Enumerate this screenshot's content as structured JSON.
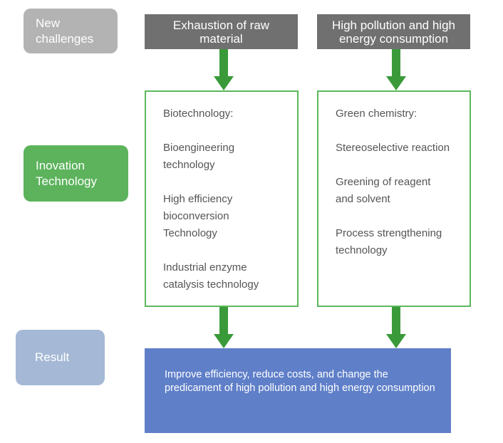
{
  "labels": {
    "challenges": "New\nchallenges",
    "innovation": "Inovation\nTechnology",
    "result": "Result"
  },
  "challenges": {
    "left": "Exhaustion of raw\nmaterial",
    "right": "High pollution and high\nenergy consumption"
  },
  "technology": {
    "left": [
      "Biotechnology:",
      "Bioengineering\ntechnology",
      "High efficiency\nbioconversion\nTechnology",
      "Industrial enzyme\ncatalysis technology"
    ],
    "right": [
      "Green chemistry:",
      "Stereoselective reaction",
      "Greening of reagent\nand solvent",
      "Process strengthening\ntechnology"
    ]
  },
  "result": {
    "text": "Improve efficiency, reduce costs, and change the predicament of high pollution and high energy consumption"
  },
  "colors": {
    "challenges_label": "#b3b3b3",
    "innovation_label": "#5cb35c",
    "result_label": "#a5b9d6",
    "challenge_box": "#707070",
    "tech_border": "#5cb85c",
    "result_box": "#5f7fc8",
    "arrow": "#3a9a3a"
  }
}
